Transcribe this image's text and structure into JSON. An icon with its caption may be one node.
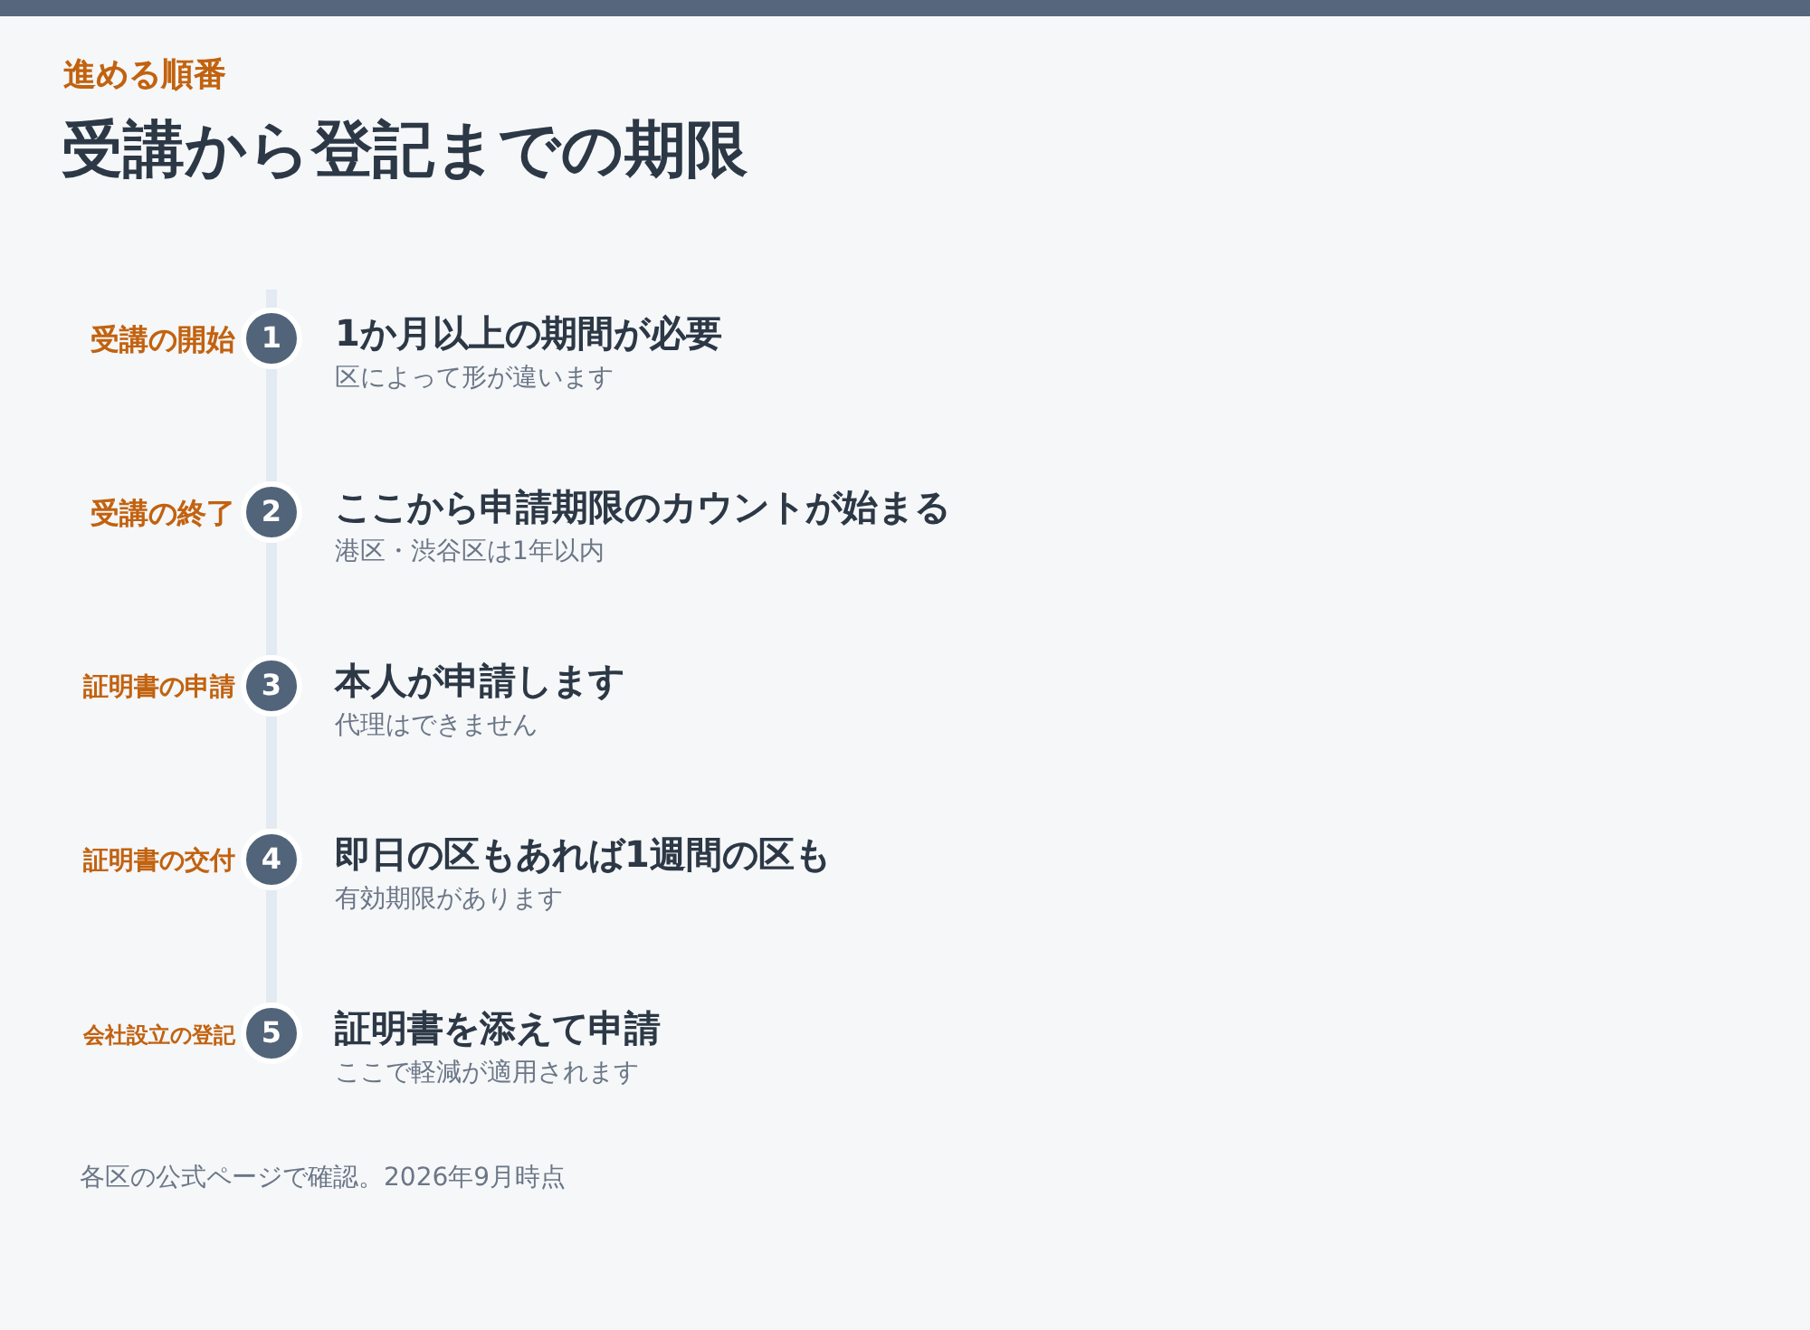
{
  "diagram": {
    "title": "受講から登記までの期限",
    "caption": "各区の公式ページで確認。2026年9月時点",
    "labels": [
      "進める順番"
    ],
    "nodes": [
      {
        "text": [
          "1"
        ],
        "beside": [
          "受講の開始",
          "1か月以上の期間が必要",
          "区によって形が違います"
        ]
      },
      {
        "text": [
          "2"
        ],
        "beside": [
          "受講の終了",
          "ここから申請期限のカウントが始まる",
          "港区・渋谷区は1年以内"
        ]
      },
      {
        "text": [
          "3"
        ],
        "beside": [
          "証明書の申請",
          "本人が申請します",
          "代理はできません"
        ]
      },
      {
        "text": [
          "4"
        ],
        "beside": [
          "証明書の交付",
          "即日の区もあれば1週間の区も",
          "有効期限があります"
        ]
      },
      {
        "text": [
          "5"
        ],
        "beside": [
          "会社設立の登記",
          "証明書を添えて申請",
          "ここで軽減が適用されます"
        ]
      }
    ],
    "edges": [
      {
        "from": 0,
        "to": 1,
        "arrow": "none"
      },
      {
        "from": 1,
        "to": 2,
        "arrow": "none"
      },
      {
        "from": 2,
        "to": 3,
        "arrow": "none"
      },
      {
        "from": 3,
        "to": 4,
        "arrow": "none"
      }
    ]
  }
}
